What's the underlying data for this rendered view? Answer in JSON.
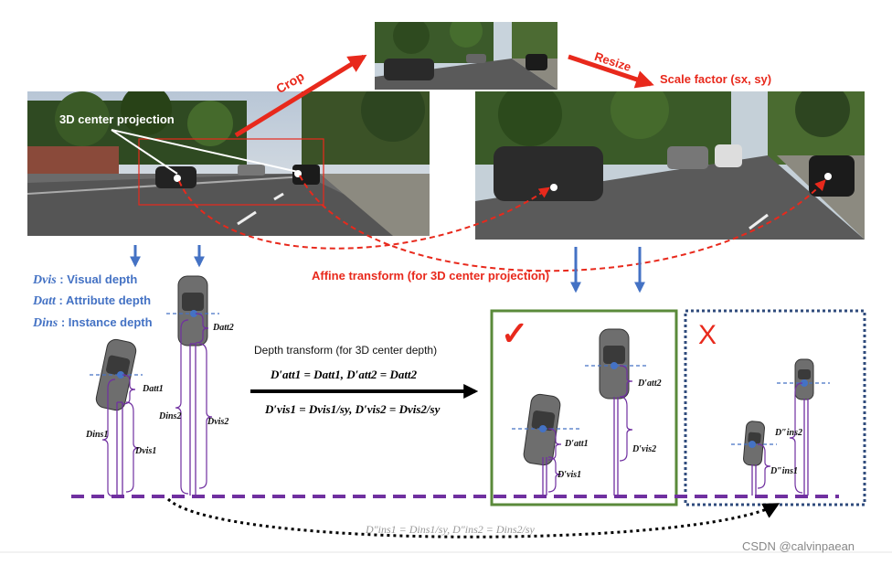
{
  "labels": {
    "center_projection": "3D center projection",
    "crop": "Crop",
    "resize": "Resize",
    "scale_factor": "Scale factor (sx, sy)",
    "affine": "Affine transform (for 3D center projection)",
    "depth_transform": "Depth transform (for 3D center depth)",
    "eq1": "D′att1 = Datt1,  D′att2 = Datt2",
    "eq2": "D′vis1 = Dvis1/sy,  D′vis2 = Dvis2/sy",
    "eq3": "D″ins1 = Dins1/sy,  D″ins2 = Dins2/sy",
    "check": "✓",
    "cross": "X",
    "watermark": "CSDN @calvinpaean"
  },
  "legend": [
    {
      "symbol": "Dvis",
      "text": ": Visual depth"
    },
    {
      "symbol": "Datt",
      "text": ": Attribute depth"
    },
    {
      "symbol": "Dins",
      "text": ": Instance depth"
    }
  ],
  "depth_labels": {
    "att2": "Datt2",
    "att1": "Datt1",
    "ins2": "Dins2",
    "vis2": "Dvis2",
    "ins1": "Dins1",
    "vis1": "Dvis1",
    "att1p": "D′att1",
    "vis1p": "D′vis1",
    "att2p": "D′att2",
    "vis2p": "D′vis2",
    "ins2pp": "D″ins2",
    "ins1pp": "D″ins1"
  },
  "colors": {
    "blue": "#4472c4",
    "red": "#e8291c",
    "green": "#5a8a3a",
    "navy": "#2f4b7c",
    "purple": "#7030a0"
  }
}
